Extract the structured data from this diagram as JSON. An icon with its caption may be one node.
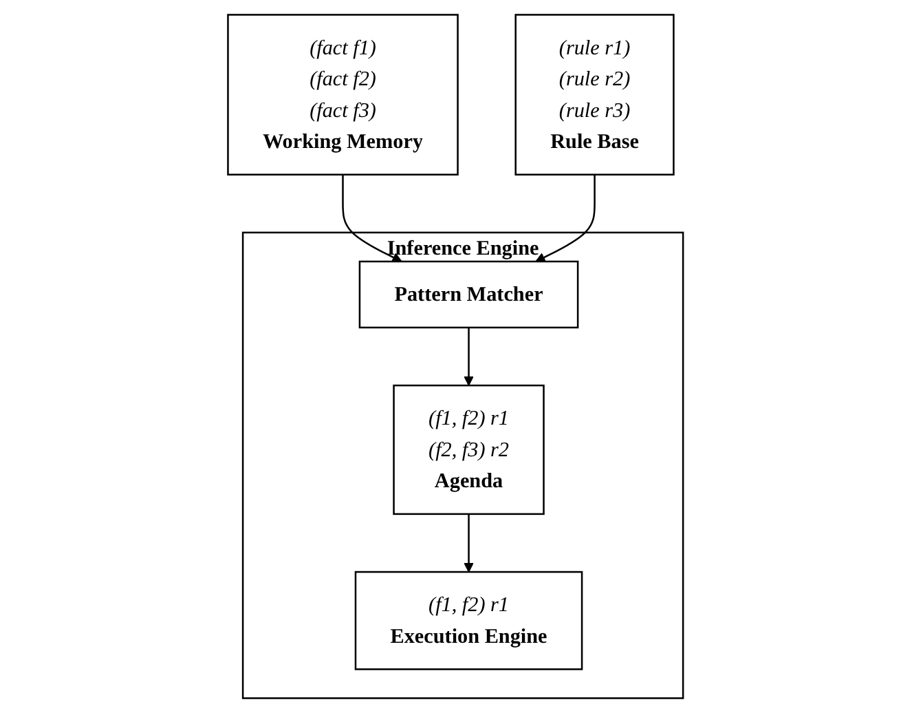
{
  "diagram": {
    "nodes": [
      {
        "text": [
          "(fact f1)",
          "(fact f2)",
          "(fact f3)",
          "Working Memory"
        ]
      },
      {
        "text": [
          "(rule r1)",
          "(rule r2)",
          "(rule r3)",
          "Rule Base"
        ]
      },
      {
        "text": [
          "Inference Engine"
        ]
      },
      {
        "text": [
          "Pattern Matcher"
        ],
        "in": 2
      },
      {
        "text": [
          "(f1, f2) r1",
          "(f2, f3) r2",
          "Agenda"
        ],
        "in": 2
      },
      {
        "text": [
          "(f1, f2) r1",
          "Execution Engine"
        ],
        "in": 2
      }
    ],
    "edges": [
      {
        "from": 0,
        "to": 3,
        "arrow": "to"
      },
      {
        "from": 1,
        "to": 3,
        "arrow": "to"
      },
      {
        "from": 3,
        "to": 4,
        "arrow": "to"
      },
      {
        "from": 4,
        "to": 5,
        "arrow": "to"
      }
    ]
  }
}
